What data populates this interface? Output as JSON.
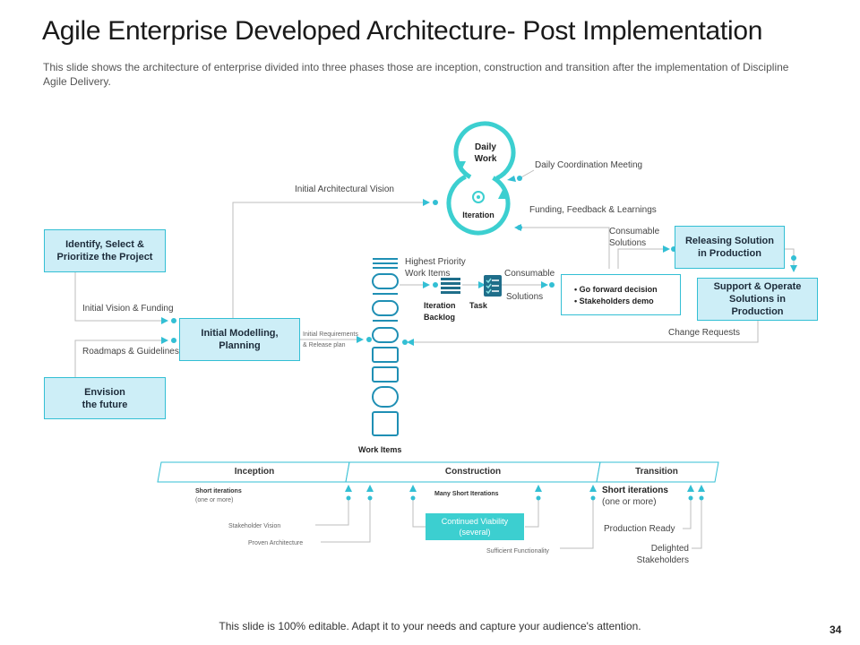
{
  "title": "Agile Enterprise Developed Architecture- Post Implementation",
  "subtitle": "This slide shows the architecture of enterprise divided into three phases those are inception, construction and transition after the implementation of Discipline Agile Delivery.",
  "boxes": {
    "identify": [
      "Identify, Select &",
      "Prioritize the Project"
    ],
    "envision": [
      "Envision",
      "the future"
    ],
    "initial_modelling": [
      "Initial Modelling,",
      "Planning"
    ],
    "releasing": [
      "Releasing Solution",
      "in Production"
    ],
    "support": [
      "Support & Operate",
      "Solutions in Production"
    ]
  },
  "decision": [
    "Go forward decision",
    "Stakeholders demo"
  ],
  "cycle": {
    "daily_work": [
      "Daily",
      "Work"
    ],
    "iteration": "Iteration"
  },
  "labels": {
    "initial_architectural_vision": "Initial  Architectural Vision",
    "daily_coordination": "Daily  Coordination Meeting",
    "funding_feedback": "Funding,  Feedback & Learnings",
    "consumable_solutions_top": [
      "Consumable",
      "Solutions"
    ],
    "highest_priority": [
      "Highest Priority",
      "Work Items"
    ],
    "consumable": "Consumable",
    "solutions": "Solutions",
    "iteration_backlog": [
      "Iteration",
      "Backlog"
    ],
    "task": "Task",
    "initial_vision_funding": "Initial  Vision & Funding",
    "roadmaps": "Roadmaps & Guidelines",
    "initial_requirements": [
      "Initial Requirements",
      "& Release plan"
    ],
    "change_requests": "Change Requests",
    "work_items": "Work Items"
  },
  "phases": [
    "Inception",
    "Construction",
    "Transition"
  ],
  "phase_notes": {
    "inception_short": [
      "Short iterations",
      "(one or more)"
    ],
    "many_short": "Many Short Iterations",
    "transition_short": [
      "Short iterations",
      "(one or more)"
    ],
    "stakeholder_vision": "Stakeholder  Vision",
    "proven_architecture": "Proven  Architecture",
    "continued_viability": [
      "Continued Viability",
      "(several)"
    ],
    "sufficient_functionality": "Sufficient  Functionality",
    "production_ready": "Production Ready",
    "delighted": [
      "Delighted",
      "Stakeholders"
    ]
  },
  "footer": "This slide is 100% editable. Adapt it to your needs and capture your audience's attention.",
  "page_number": "34",
  "colors": {
    "accent": "#33bfd4",
    "box_fill": "#cdeef7",
    "teal": "#3ccfd0"
  }
}
